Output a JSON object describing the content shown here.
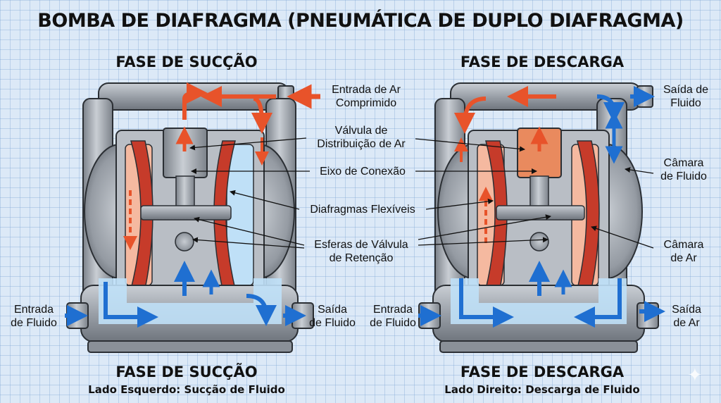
{
  "title": "BOMBA DE DIAFRAGMA (PNEUMÁTICA DE DUPLO DIAFRAGMA)",
  "left_panel": {
    "top_heading": "FASE DE SUCÇÃO",
    "bottom_heading": "FASE DE SUCÇÃO",
    "bottom_subheading": "Lado Esquerdo: Sucção de Fluido",
    "labels": {
      "air_inlet": [
        "Entrada de Ar",
        "Comprimido"
      ],
      "fluid_inlet": [
        "Entrada",
        "de Fluido"
      ],
      "fluid_outlet": [
        "Saída",
        "de Fluido"
      ]
    }
  },
  "center_labels": {
    "valve": [
      "Válvula de",
      "Distribuição de Ar"
    ],
    "shaft": "Eixo de Conexão",
    "diaphragms": "Diafragmas Flexíveis",
    "check_balls": [
      "Esferas de Válvula",
      "de Retenção"
    ]
  },
  "right_panel": {
    "top_heading": "FASE DE DESCARGA",
    "bottom_heading": "FASE DE DESCARGA",
    "bottom_subheading": "Lado Direito: Descarga de Fluido",
    "labels": {
      "fluid_out_top": [
        "Saída de",
        "Fluido"
      ],
      "fluid_chamber": [
        "Câmara",
        "de Fluido"
      ],
      "air_chamber": [
        "Câmara",
        "de Ar"
      ],
      "fluid_inlet": [
        "Entrada",
        "de Fluido"
      ],
      "air_outlet": [
        "Saída",
        "de Ar"
      ]
    }
  },
  "colors": {
    "air": "#e8532a",
    "fluid": "#1f6fd1",
    "metal": "#9aa0a8",
    "diaphragm": "#c63b2a",
    "background": "#dce9f7"
  }
}
